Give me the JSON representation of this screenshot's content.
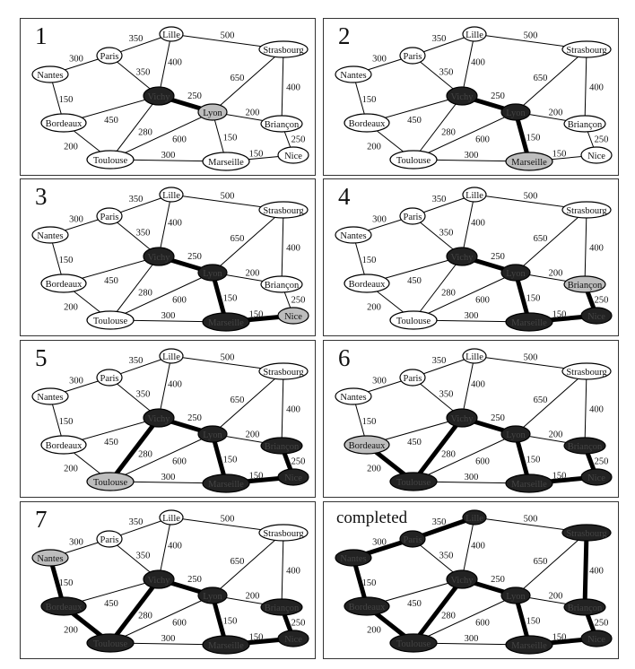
{
  "title": "Prim's algorithm minimum spanning tree steps",
  "colors": {
    "unvisited_fill": "#ffffff",
    "candidate_fill": "#bdbdbd",
    "visited_fill": "#222222",
    "edge": "#000000",
    "visited_text": "#444444"
  },
  "nodes": [
    {
      "id": "Lille",
      "label": "Lille"
    },
    {
      "id": "Paris",
      "label": "Paris"
    },
    {
      "id": "Nantes",
      "label": "Nantes"
    },
    {
      "id": "Vichy",
      "label": "Vichy"
    },
    {
      "id": "Lyon",
      "label": "Lyon"
    },
    {
      "id": "Strasbourg",
      "label": "Strasbourg"
    },
    {
      "id": "Bordeaux",
      "label": "Bordeaux"
    },
    {
      "id": "Briancon",
      "label": "Briançon"
    },
    {
      "id": "Toulouse",
      "label": "Toulouse"
    },
    {
      "id": "Marseille",
      "label": "Marseille"
    },
    {
      "id": "Nice",
      "label": "Nice"
    }
  ],
  "edges": [
    {
      "a": "Paris",
      "b": "Lille",
      "weight": "350"
    },
    {
      "a": "Lille",
      "b": "Strasbourg",
      "weight": "500"
    },
    {
      "a": "Nantes",
      "b": "Paris",
      "weight": "300"
    },
    {
      "a": "Paris",
      "b": "Vichy",
      "weight": "350"
    },
    {
      "a": "Lille",
      "b": "Vichy",
      "weight": "400"
    },
    {
      "a": "Strasbourg",
      "b": "Lyon",
      "weight": "650"
    },
    {
      "a": "Strasbourg",
      "b": "Briancon",
      "weight": "400"
    },
    {
      "a": "Nantes",
      "b": "Bordeaux",
      "weight": "150"
    },
    {
      "a": "Vichy",
      "b": "Lyon",
      "weight": "250"
    },
    {
      "a": "Bordeaux",
      "b": "Vichy",
      "weight": "450"
    },
    {
      "a": "Lyon",
      "b": "Briancon",
      "weight": "200"
    },
    {
      "a": "Vichy",
      "b": "Toulouse",
      "weight": "280"
    },
    {
      "a": "Lyon",
      "b": "Toulouse",
      "weight": "600"
    },
    {
      "a": "Lyon",
      "b": "Marseille",
      "weight": "150"
    },
    {
      "a": "Briancon",
      "b": "Nice",
      "weight": "250"
    },
    {
      "a": "Bordeaux",
      "b": "Toulouse",
      "weight": "200"
    },
    {
      "a": "Toulouse",
      "b": "Marseille",
      "weight": "300"
    },
    {
      "a": "Marseille",
      "b": "Nice",
      "weight": "150"
    }
  ],
  "steps": [
    {
      "label": "1",
      "visited": [
        "Vichy"
      ],
      "candidate": "Lyon",
      "tree_edges": [
        [
          "Vichy",
          "Lyon"
        ]
      ]
    },
    {
      "label": "2",
      "visited": [
        "Vichy",
        "Lyon"
      ],
      "candidate": "Marseille",
      "tree_edges": [
        [
          "Vichy",
          "Lyon"
        ],
        [
          "Lyon",
          "Marseille"
        ]
      ]
    },
    {
      "label": "3",
      "visited": [
        "Vichy",
        "Lyon",
        "Marseille"
      ],
      "candidate": "Nice",
      "tree_edges": [
        [
          "Vichy",
          "Lyon"
        ],
        [
          "Lyon",
          "Marseille"
        ],
        [
          "Marseille",
          "Nice"
        ]
      ]
    },
    {
      "label": "4",
      "visited": [
        "Vichy",
        "Lyon",
        "Marseille",
        "Nice"
      ],
      "candidate": "Briancon",
      "tree_edges": [
        [
          "Vichy",
          "Lyon"
        ],
        [
          "Lyon",
          "Marseille"
        ],
        [
          "Marseille",
          "Nice"
        ],
        [
          "Briancon",
          "Nice"
        ]
      ]
    },
    {
      "label": "5",
      "visited": [
        "Vichy",
        "Lyon",
        "Marseille",
        "Nice",
        "Briancon"
      ],
      "candidate": "Toulouse",
      "tree_edges": [
        [
          "Vichy",
          "Lyon"
        ],
        [
          "Lyon",
          "Marseille"
        ],
        [
          "Marseille",
          "Nice"
        ],
        [
          "Briancon",
          "Nice"
        ],
        [
          "Vichy",
          "Toulouse"
        ]
      ]
    },
    {
      "label": "6",
      "visited": [
        "Vichy",
        "Lyon",
        "Marseille",
        "Nice",
        "Briancon",
        "Toulouse"
      ],
      "candidate": "Bordeaux",
      "tree_edges": [
        [
          "Vichy",
          "Lyon"
        ],
        [
          "Lyon",
          "Marseille"
        ],
        [
          "Marseille",
          "Nice"
        ],
        [
          "Briancon",
          "Nice"
        ],
        [
          "Vichy",
          "Toulouse"
        ],
        [
          "Bordeaux",
          "Toulouse"
        ]
      ]
    },
    {
      "label": "7",
      "visited": [
        "Vichy",
        "Lyon",
        "Marseille",
        "Nice",
        "Briancon",
        "Toulouse",
        "Bordeaux"
      ],
      "candidate": "Nantes",
      "tree_edges": [
        [
          "Vichy",
          "Lyon"
        ],
        [
          "Lyon",
          "Marseille"
        ],
        [
          "Marseille",
          "Nice"
        ],
        [
          "Briancon",
          "Nice"
        ],
        [
          "Vichy",
          "Toulouse"
        ],
        [
          "Bordeaux",
          "Toulouse"
        ],
        [
          "Nantes",
          "Bordeaux"
        ]
      ]
    },
    {
      "label": "completed",
      "visited": [
        "Vichy",
        "Lyon",
        "Marseille",
        "Nice",
        "Briancon",
        "Toulouse",
        "Bordeaux",
        "Nantes",
        "Paris",
        "Lille",
        "Strasbourg"
      ],
      "candidate": null,
      "tree_edges": [
        [
          "Vichy",
          "Lyon"
        ],
        [
          "Lyon",
          "Marseille"
        ],
        [
          "Marseille",
          "Nice"
        ],
        [
          "Briancon",
          "Nice"
        ],
        [
          "Vichy",
          "Toulouse"
        ],
        [
          "Bordeaux",
          "Toulouse"
        ],
        [
          "Nantes",
          "Bordeaux"
        ],
        [
          "Nantes",
          "Paris"
        ],
        [
          "Paris",
          "Lille"
        ],
        [
          "Strasbourg",
          "Briancon"
        ]
      ]
    }
  ]
}
